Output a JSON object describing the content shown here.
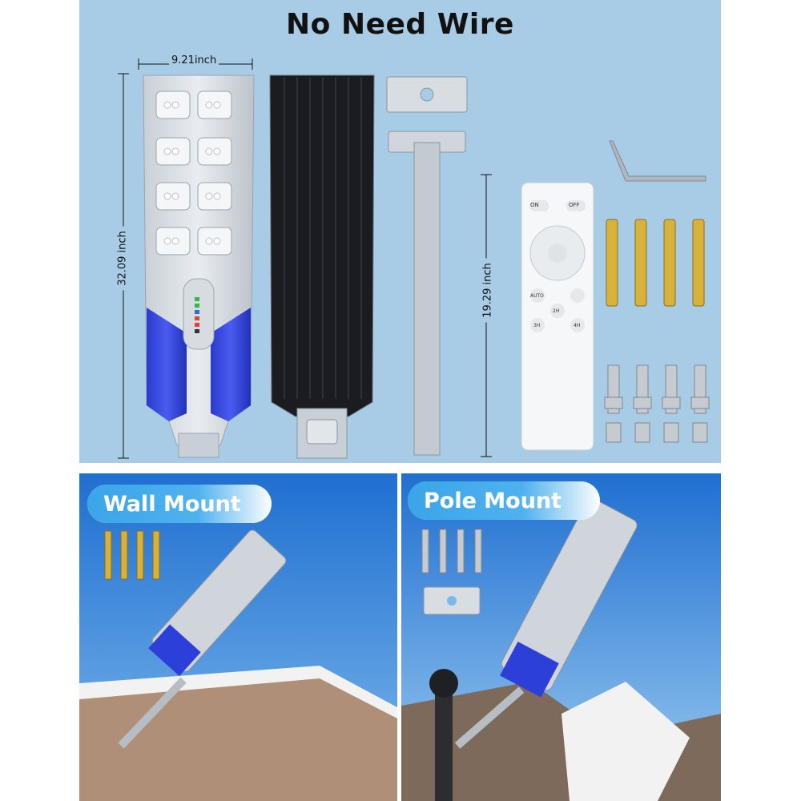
{
  "headline": "No Need Wire",
  "dimensions": {
    "width": "9.21inch",
    "height": "32.09 inch",
    "pole_length": "19.29 inch"
  },
  "remote": {
    "buttons": [
      "ON",
      "OFF",
      "AUTO",
      "2H",
      "3H",
      "4H"
    ]
  },
  "sections": {
    "wall_mount": "Wall Mount",
    "pole_mount": "Pole Mount"
  },
  "colors": {
    "panel_bg": "#a9cce6",
    "accent_blue": "#2a3fd6",
    "pill_blue": "#3aa5e8"
  }
}
